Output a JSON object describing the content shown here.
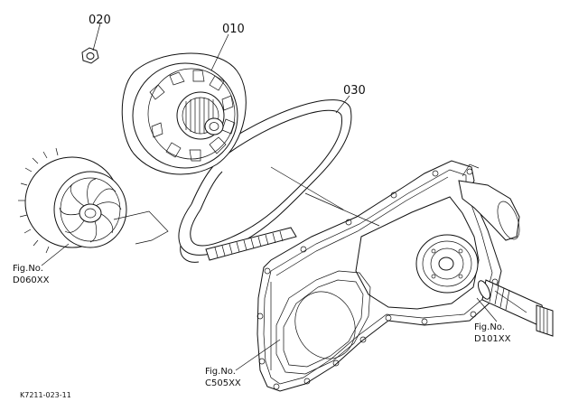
{
  "diagram": {
    "callouts": {
      "nut": "020",
      "driven_pulley": "010",
      "belt": "030"
    },
    "figure_refs": {
      "drive_pulley": {
        "label": "Fig.No.",
        "code": "D060XX"
      },
      "cover": {
        "label": "Fig.No.",
        "code": "C505XX"
      },
      "shaft": {
        "label": "Fig.No.",
        "code": "D101XX"
      }
    },
    "drawing_code": "K7211-023-11"
  }
}
